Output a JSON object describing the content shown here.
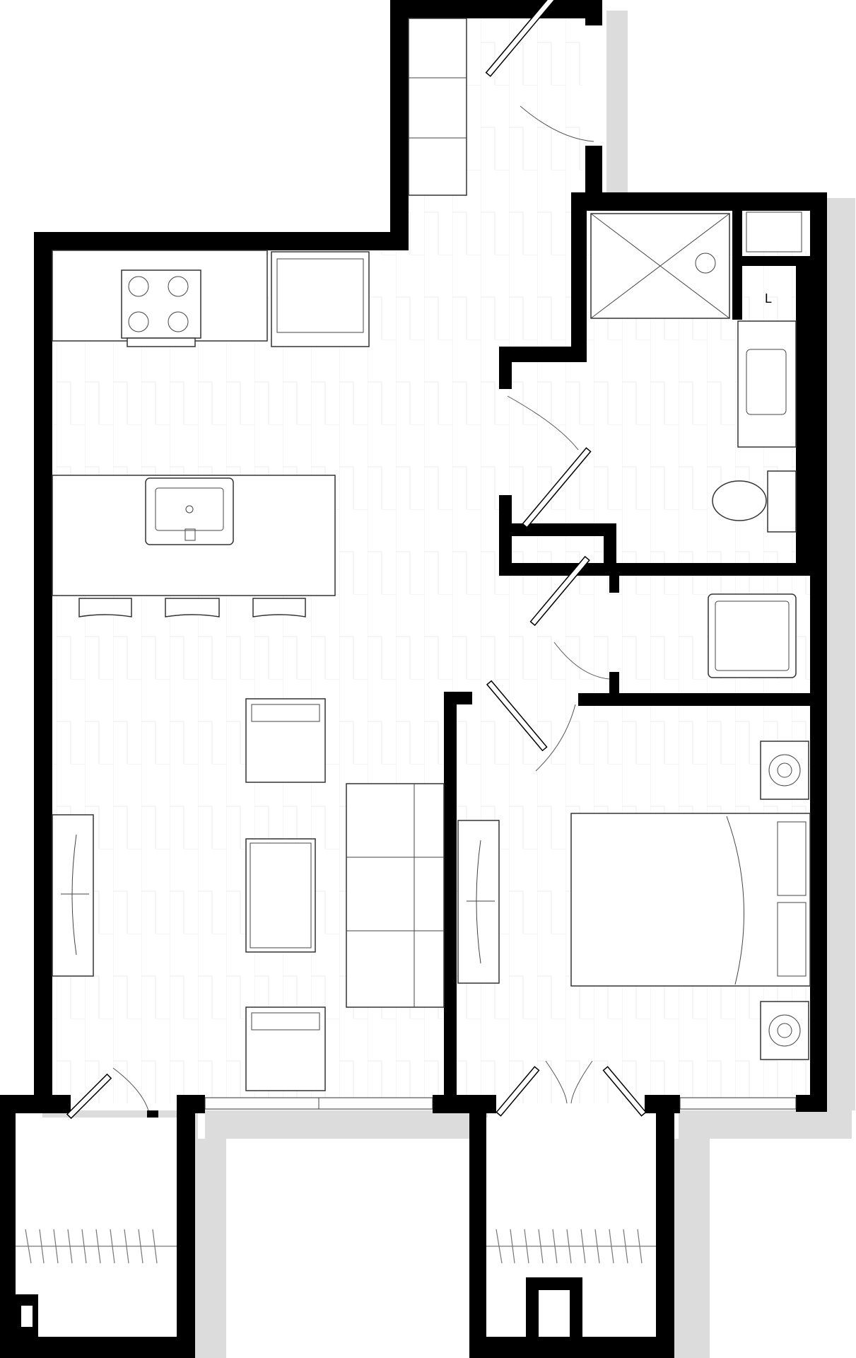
{
  "plan": {
    "colors": {
      "wall": "#000000",
      "floor": "#ffffff",
      "shadow": "#dcdcdc",
      "furniture_stroke": "#333333",
      "floor_plank": "#ececec"
    },
    "linen_closet_label": "L",
    "elements": [
      "entry-hall",
      "entry-shelving",
      "kitchen-counter",
      "gas-range",
      "refrigerator",
      "kitchen-island",
      "island-sink",
      "bar-stools",
      "living-area",
      "armchairs",
      "coffee-table",
      "sofa",
      "tv-console",
      "bathroom",
      "shower",
      "vanity",
      "toilet",
      "linen-closet",
      "laundry-closet",
      "washer-dryer",
      "bedroom",
      "bed",
      "nightstands",
      "bedroom-closet",
      "living-closet",
      "windows"
    ]
  }
}
